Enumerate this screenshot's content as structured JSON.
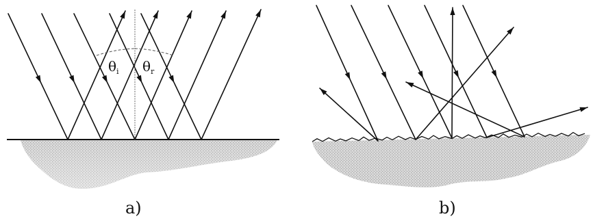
{
  "panel_a": {
    "caption": "a)",
    "angle_incident": {
      "symbol": "θ",
      "subscript": "i"
    },
    "angle_reflected": {
      "symbol": "θ",
      "subscript": "r"
    }
  },
  "panel_b": {
    "caption": "b)"
  },
  "colors": {
    "ray": "#111111",
    "surface_line": "#111111",
    "material_fill": "#c8c8c8"
  }
}
